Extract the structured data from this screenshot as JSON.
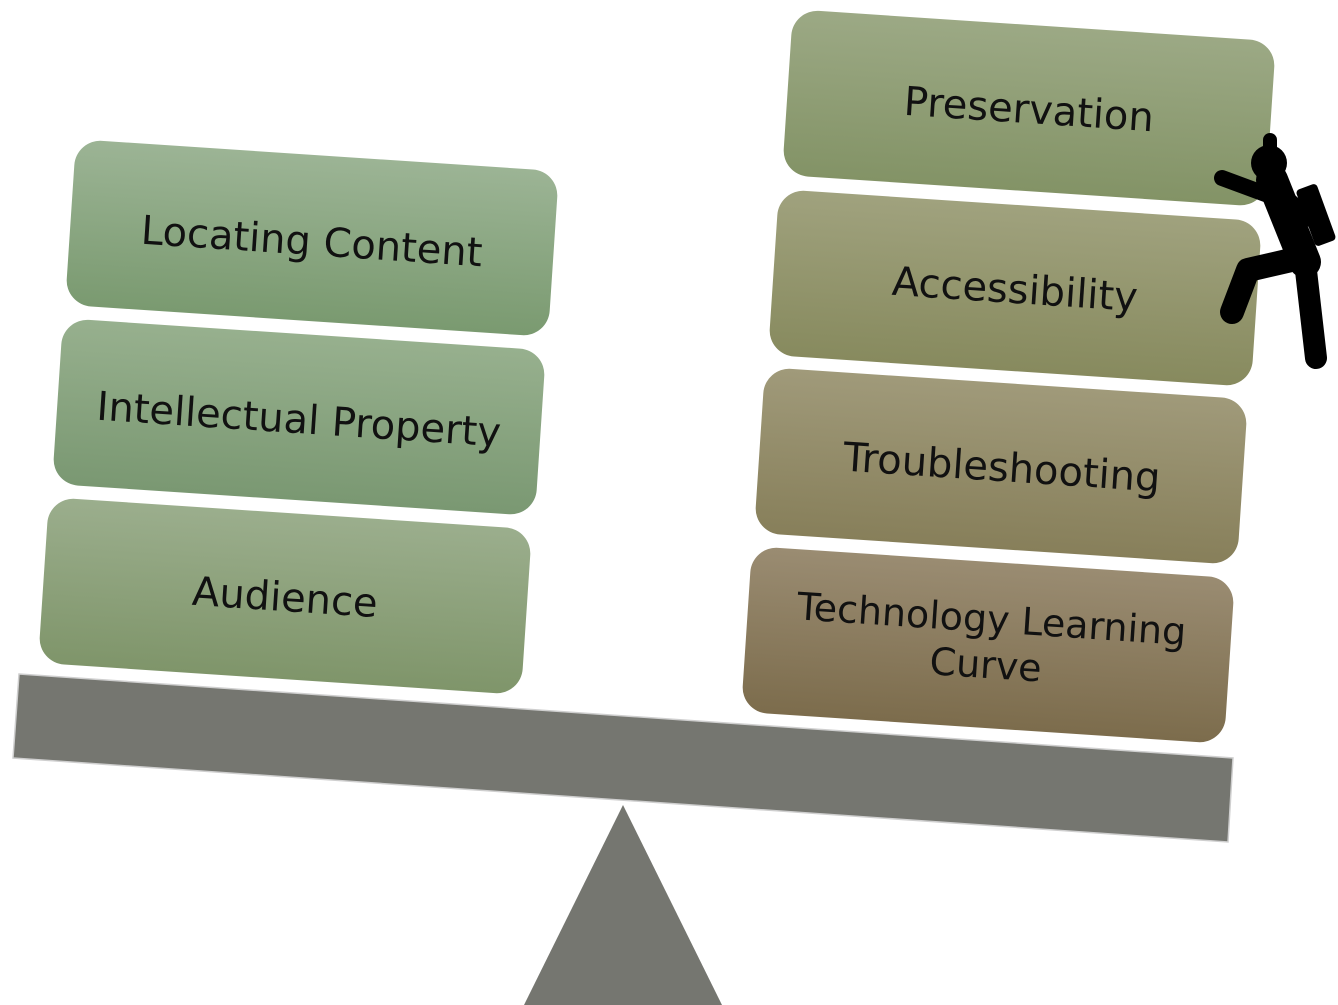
{
  "diagram": {
    "left_side": [
      {
        "label": "Locating Content"
      },
      {
        "label": "Intellectual Property"
      },
      {
        "label": "Audience"
      }
    ],
    "right_side": [
      {
        "label": "Preservation"
      },
      {
        "label": "Accessibility"
      },
      {
        "label": "Troubleshooting"
      },
      {
        "label_lines": [
          "Technology Learning",
          "Curve"
        ]
      }
    ]
  },
  "colors": {
    "beam": "#757670",
    "fulcrum": "#757670",
    "figure": "#000000",
    "text": "#111111"
  },
  "icons": {
    "figure": "climbing-person-icon",
    "fulcrum": "fulcrum-triangle"
  }
}
